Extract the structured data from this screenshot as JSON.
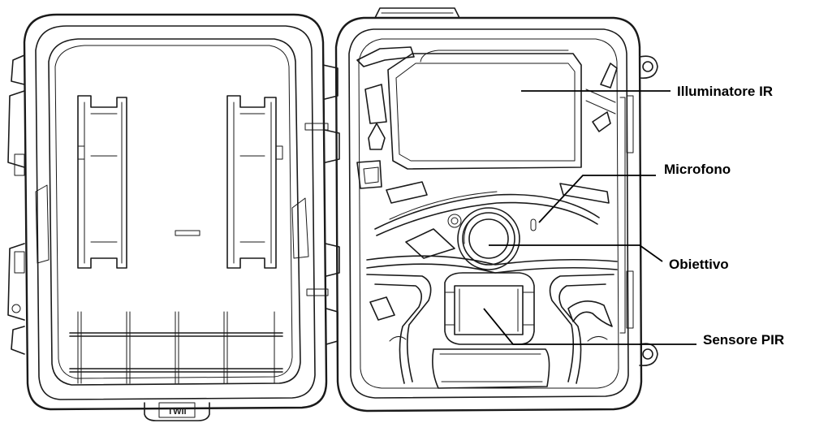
{
  "labels": {
    "ir_illuminator": "Illuminatore IR",
    "microphone": "Microfono",
    "lens": "Obiettivo",
    "pir_sensor": "Sensore PIR"
  },
  "stamp_text": "TWII"
}
